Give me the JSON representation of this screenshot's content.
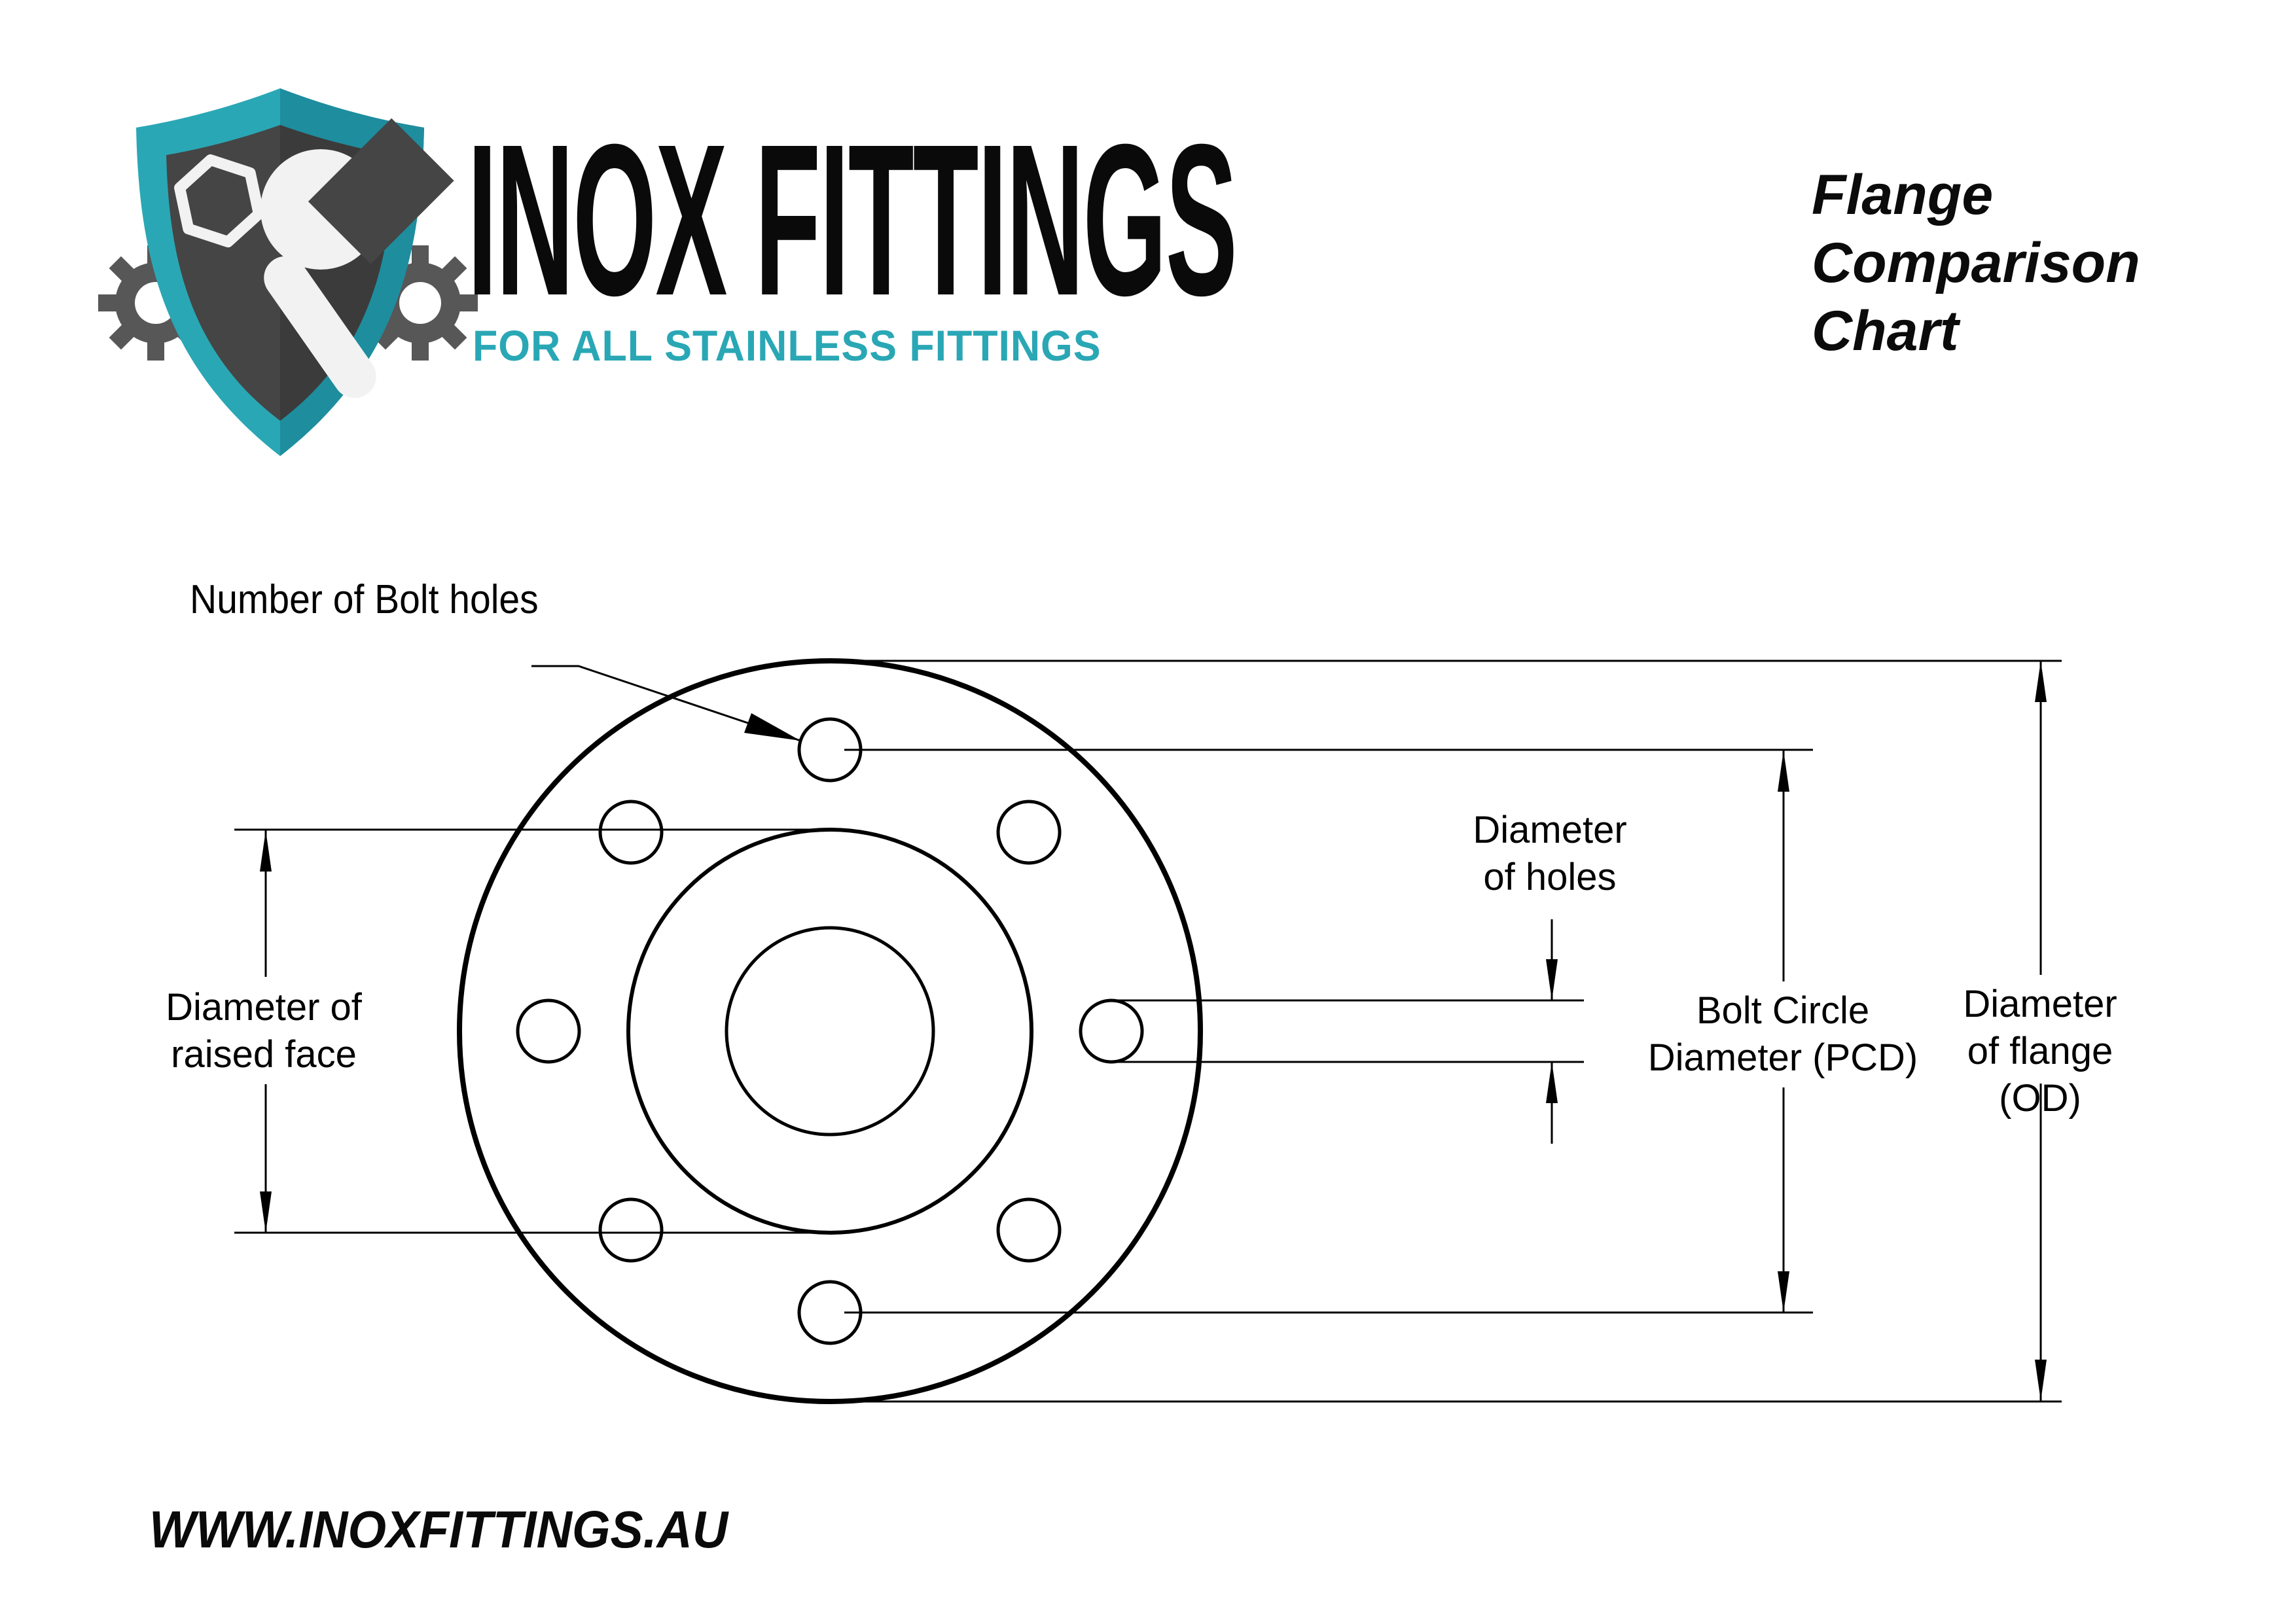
{
  "header": {
    "brand_title": "INOX FITTINGS",
    "brand_subtitle": "FOR ALL STAINLESS FITTINGS",
    "page_title_lines": [
      "Flange",
      "Comparison",
      "Chart"
    ]
  },
  "labels": {
    "number_of_bolt_holes": "Number of Bolt holes",
    "raised_face": [
      "Diameter of",
      "raised face"
    ],
    "hole_diameter": [
      "Diameter",
      "of holes"
    ],
    "bolt_circle": [
      "Bolt Circle",
      "Diameter (PCD)"
    ],
    "flange_od": [
      "Diameter",
      "of  flange",
      "(OD)"
    ]
  },
  "footer": {
    "website": "WWW.INOXFITTINGS.AU"
  },
  "colors": {
    "accent_teal": "#2AA7B5",
    "accent_teal_dark": "#1E8D9E",
    "shield_gray": "#454545",
    "shield_gray_dark": "#3B3B3B",
    "gear_gray": "#575757",
    "tool_white": "#F2F2F2",
    "line_black": "#000000"
  },
  "drawing": {
    "type": "technical_drawing",
    "subject": "flange front view",
    "bolt_hole_count": 8,
    "concentric_circles": [
      "outer flange (OD)",
      "raised face",
      "bore"
    ],
    "dimensions_called_out": [
      "Number of Bolt holes",
      "Diameter of raised face",
      "Diameter of holes",
      "Bolt Circle Diameter (PCD)",
      "Diameter of flange (OD)"
    ]
  }
}
